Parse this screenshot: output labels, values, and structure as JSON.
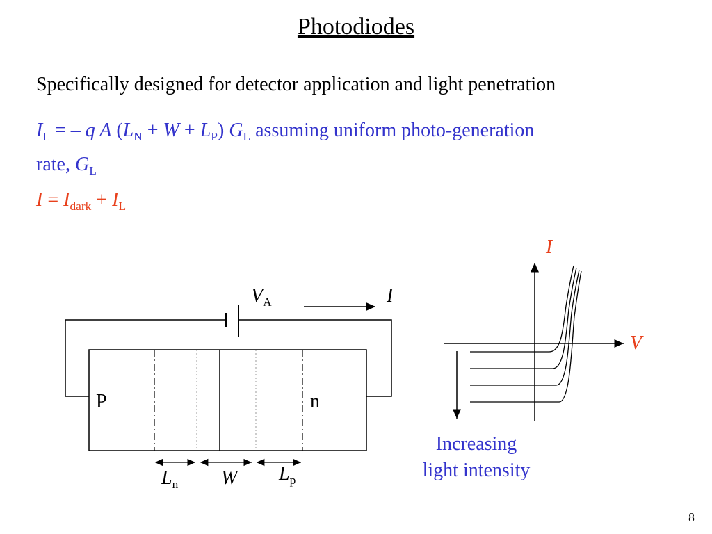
{
  "title": "Photodiodes",
  "intro": "Specifically designed for detector application and light penetration",
  "equation1": {
    "suffix_text": "assuming uniform photo-generation",
    "continuation": "rate,"
  },
  "colors": {
    "blue": "#3333cc",
    "red": "#e8401c"
  },
  "diagram": {
    "p_label": "P",
    "n_label": "n",
    "va_label_main": "V",
    "va_label_sub": "A",
    "current_label": "I",
    "ln_main": "L",
    "ln_sub": "n",
    "w_label": "W",
    "lp_main": "L",
    "lp_sub": "p"
  },
  "iv_plot": {
    "y_axis_label": "I",
    "x_axis_label": "V",
    "caption_line1": "Increasing",
    "caption_line2": "light intensity",
    "curve_count": 4
  },
  "page_number": "8"
}
